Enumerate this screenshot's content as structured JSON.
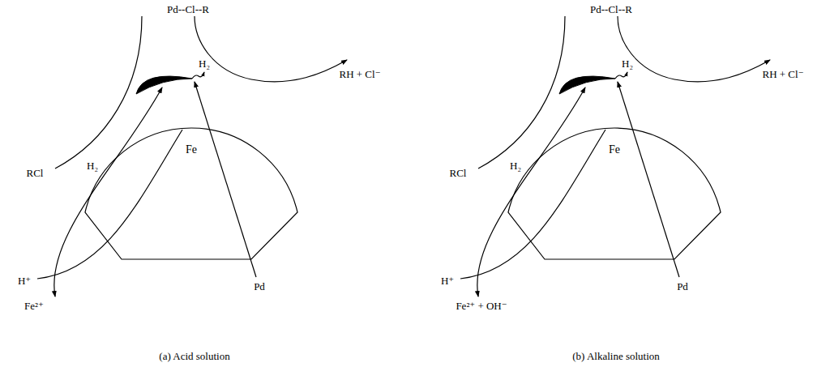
{
  "diagram": {
    "nodes": [
      {
        "text": [
          "Fe"
        ]
      },
      {
        "text": [
          "Fe"
        ]
      }
    ],
    "labels": [
      "Pd--Cl--R",
      "RCl",
      "H₂",
      "RH + Cl⁻",
      "H₂",
      "H⁺",
      "Fe²⁺",
      "Pd",
      "(a) Acid solution",
      "Pd--Cl--R",
      "RCl",
      "H₂",
      "RH + Cl⁻",
      "H₂",
      "H⁺",
      "Fe²⁺ + OH⁻",
      "Pd",
      "(b) Alkaline solution"
    ]
  }
}
